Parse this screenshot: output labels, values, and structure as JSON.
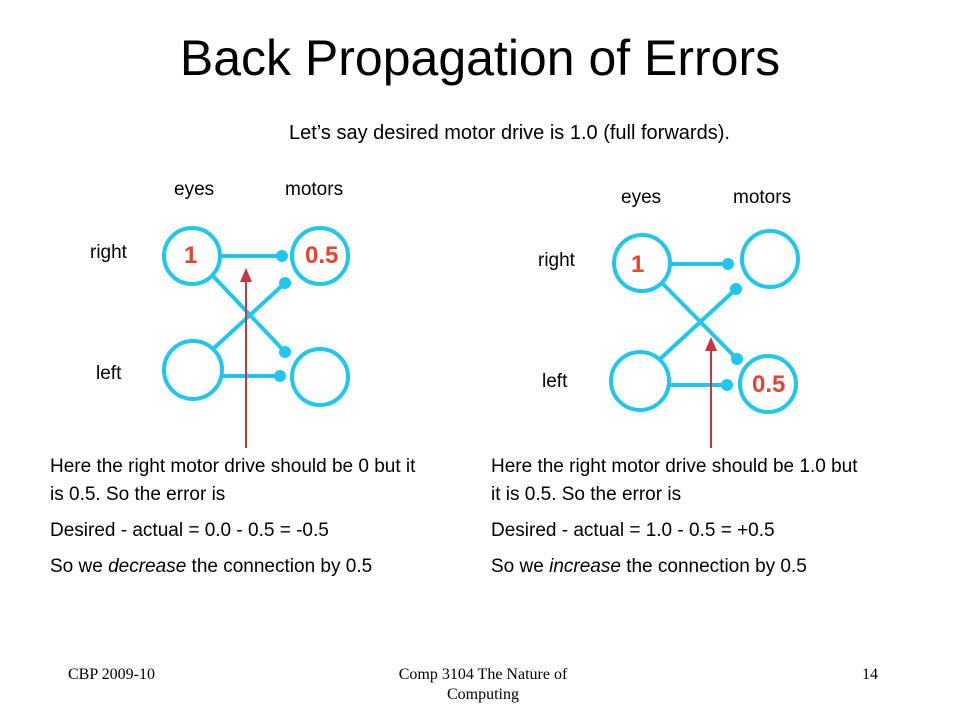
{
  "title": "Back Propagation of Errors",
  "intro": "Let’s say desired motor drive is 1.0 (full forwards).",
  "accent_color": "#1FC6F0",
  "value_color": "#E8432E",
  "arrow_color": "#C8363E",
  "left_network": {
    "eyes_label": "eyes",
    "motors_label": "motors",
    "right_label": "right",
    "left_label": "left",
    "right_eye_value": "1",
    "right_motor_value": "0.5",
    "left_motor_value": "",
    "text": {
      "line1": "Here the right motor drive should be 0 but it is 0.5. So the error is",
      "line2": "Desired - actual = 0.0 - 0.5 = -0.5",
      "line3_pre": "So we ",
      "line3_em": "decrease",
      "line3_post": " the connection by 0.5"
    }
  },
  "right_network": {
    "eyes_label": "eyes",
    "motors_label": "motors",
    "right_label": "right",
    "left_label": "left",
    "right_eye_value": "1",
    "right_motor_value": "",
    "left_motor_value": "0.5",
    "text": {
      "line1": "Here the right motor drive should be 1.0 but it is 0.5. So the error is",
      "line2": "Desired - actual = 1.0 - 0.5 = +0.5",
      "line3_pre": "So we ",
      "line3_em": "increase",
      "line3_post": " the connection by 0.5"
    }
  },
  "footer": {
    "left": "CBP 2009-10",
    "center": "Comp 3104 The Nature of Computing",
    "page": "14"
  }
}
